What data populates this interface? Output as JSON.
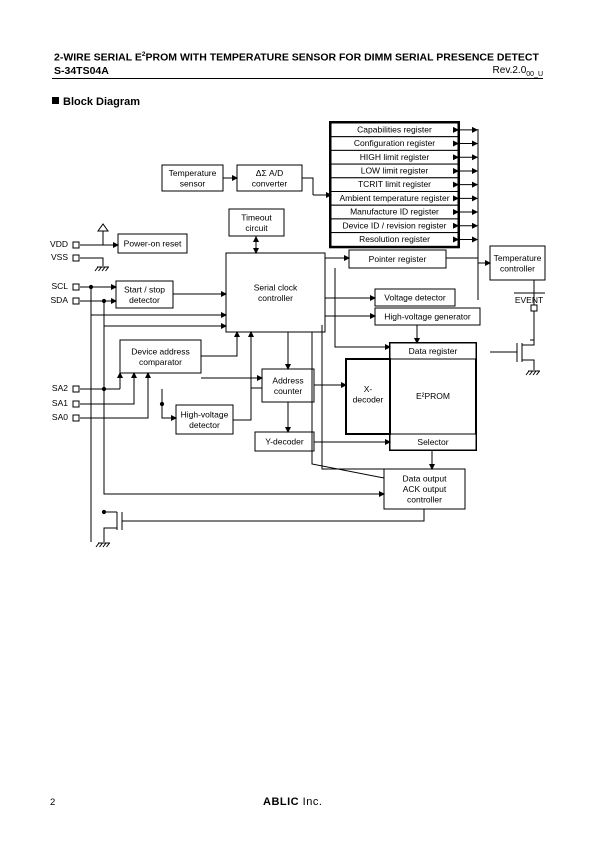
{
  "header": {
    "title_pre": "2-WIRE SERIAL E",
    "title_sup": "2",
    "title_post": "PROM WITH TEMPERATURE SENSOR FOR DIMM SERIAL PRESENCE DETECT",
    "model": "S-34TS04A",
    "rev_main": "Rev.2.0",
    "rev_sub": "00_U"
  },
  "section_title": "Block Diagram",
  "diagram": {
    "pins": {
      "vdd": "VDD",
      "vss": "VSS",
      "scl": "SCL",
      "sda": "SDA",
      "sa2": "SA2",
      "sa1": "SA1",
      "sa0": "SA0",
      "event": "EVENT"
    },
    "blocks": {
      "temp_sensor": [
        "Temperature",
        "sensor"
      ],
      "adc": [
        "ΔΣ A/D",
        "converter"
      ],
      "timeout": [
        "Timeout",
        "circuit"
      ],
      "power_on_reset": [
        "Power-on reset"
      ],
      "start_stop": [
        "Start / stop",
        "detector"
      ],
      "serial_clock": [
        "Serial clock",
        "controller"
      ],
      "device_addr": [
        "Device address",
        "comparator"
      ],
      "hv_detector": [
        "High-voltage",
        "detector"
      ],
      "address_counter": [
        "Address",
        "counter"
      ],
      "y_decoder": [
        "Y-decoder"
      ],
      "voltage_detector": [
        "Voltage detector"
      ],
      "hv_generator": [
        "High-voltage generator"
      ],
      "data_register": [
        "Data register"
      ],
      "x_decoder": [
        "X-",
        "decoder"
      ],
      "eeprom": [
        "E²PROM"
      ],
      "selector": [
        "Selector"
      ],
      "data_output": [
        "Data output",
        "ACK output",
        "controller"
      ],
      "pointer_register": [
        "Pointer register"
      ],
      "temp_controller": [
        "Temperature",
        "controller"
      ]
    },
    "registers": [
      "Capabilities register",
      "Configuration register",
      "HIGH limit register",
      "LOW limit register",
      "TCRIT limit register",
      "Ambient temperature register",
      "Manufacture ID register",
      "Device ID / revision register",
      "Resolution register"
    ]
  },
  "footer": {
    "page": "2",
    "logo_main": "ABLIC",
    "logo_inc": "Inc."
  }
}
